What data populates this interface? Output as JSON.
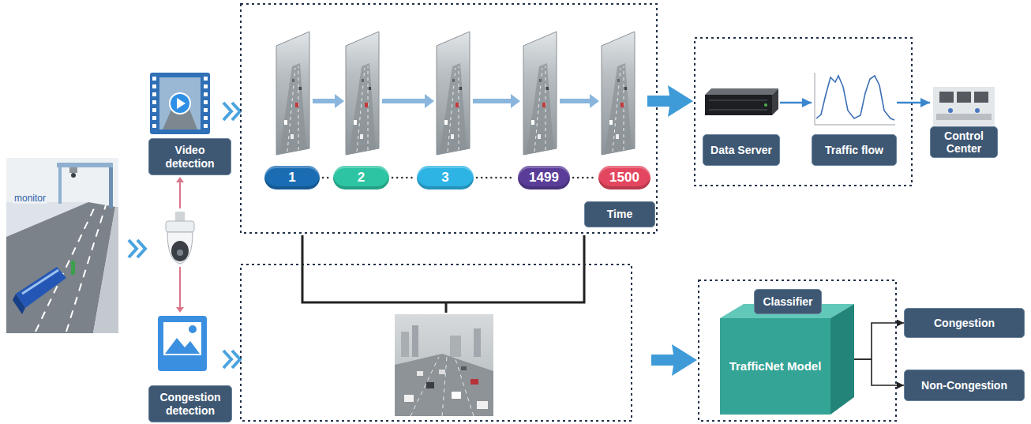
{
  "diagram": {
    "nodes": [
      {
        "text": [
          "Video detection"
        ]
      },
      {
        "text": [
          "Congestion detection"
        ]
      },
      {
        "text": [
          "1"
        ]
      },
      {
        "text": [
          "2"
        ]
      },
      {
        "text": [
          "3"
        ]
      },
      {
        "text": [
          "1499"
        ]
      },
      {
        "text": [
          "1500"
        ]
      },
      {
        "text": [
          "Time"
        ]
      },
      {
        "text": [
          "Data Server"
        ]
      },
      {
        "text": [
          "Traffic flow"
        ]
      },
      {
        "text": [
          "Control Center"
        ]
      },
      {
        "text": [
          "Classifier"
        ]
      },
      {
        "text": [
          "TrafficNet Model"
        ]
      },
      {
        "text": [
          "Congestion"
        ]
      },
      {
        "text": [
          "Non-Congestion"
        ]
      }
    ],
    "edges": [
      {
        "from": 2,
        "to": 3,
        "arrow": "none"
      },
      {
        "from": 3,
        "to": 4,
        "arrow": "none"
      },
      {
        "from": 4,
        "to": 5,
        "arrow": "none"
      },
      {
        "from": 5,
        "to": 6,
        "arrow": "none"
      },
      {
        "from": 8,
        "to": 9,
        "arrow": "to"
      },
      {
        "from": 9,
        "to": 10,
        "arrow": "to"
      },
      {
        "from": 12,
        "to": 13,
        "arrow": "to"
      },
      {
        "from": 12,
        "to": 14,
        "arrow": "to"
      }
    ],
    "labels": [
      "monitor"
    ]
  }
}
